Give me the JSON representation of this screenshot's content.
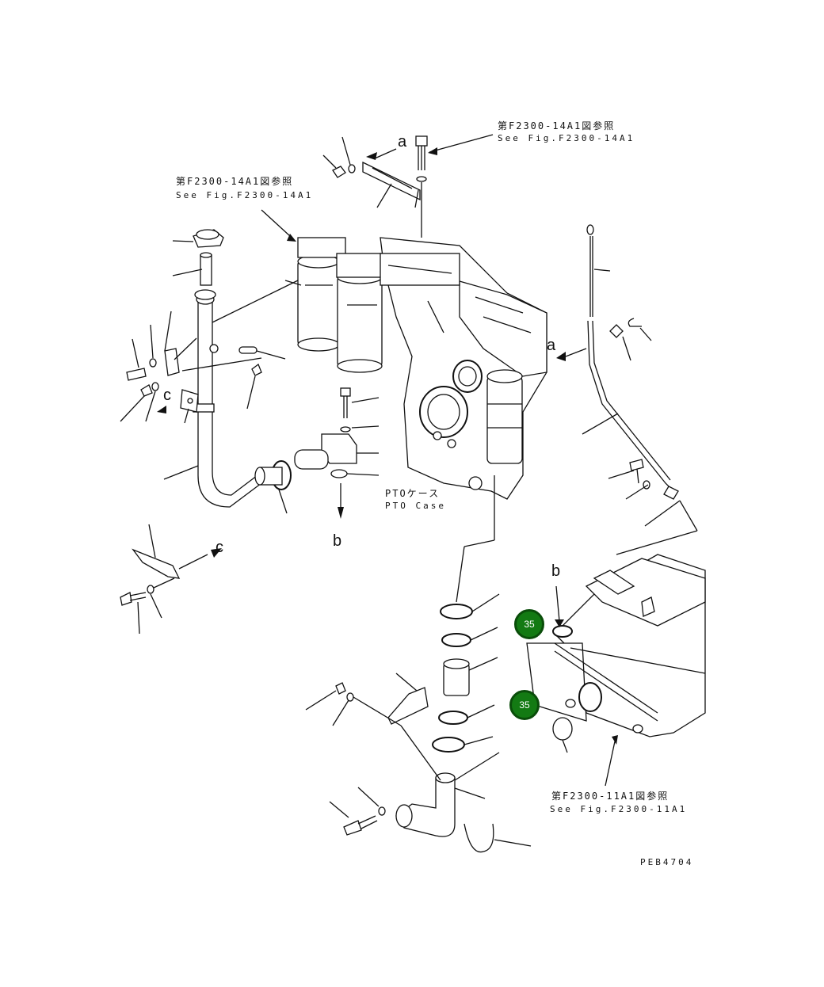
{
  "labels": {
    "ref_top_right_jp": "第F2300-14A1図参照",
    "ref_top_right_en": "See Fig.F2300-14A1",
    "ref_top_left_jp": "第F2300-14A1図参照",
    "ref_top_left_en": "See Fig.F2300-14A1",
    "pto_case_jp": "PTOケース",
    "pto_case_en": "PTO Case",
    "ref_bottom_jp": "第F2300-11A1図参照",
    "ref_bottom_en": "See Fig.F2300-11A1",
    "drawing_code": "PEB4704"
  },
  "letters": {
    "a": "a",
    "b": "b",
    "c": "c"
  },
  "badges": [
    {
      "label": "35"
    },
    {
      "label": "35"
    }
  ],
  "colors": {
    "badge_fill": "#137a13",
    "line": "#111111"
  }
}
